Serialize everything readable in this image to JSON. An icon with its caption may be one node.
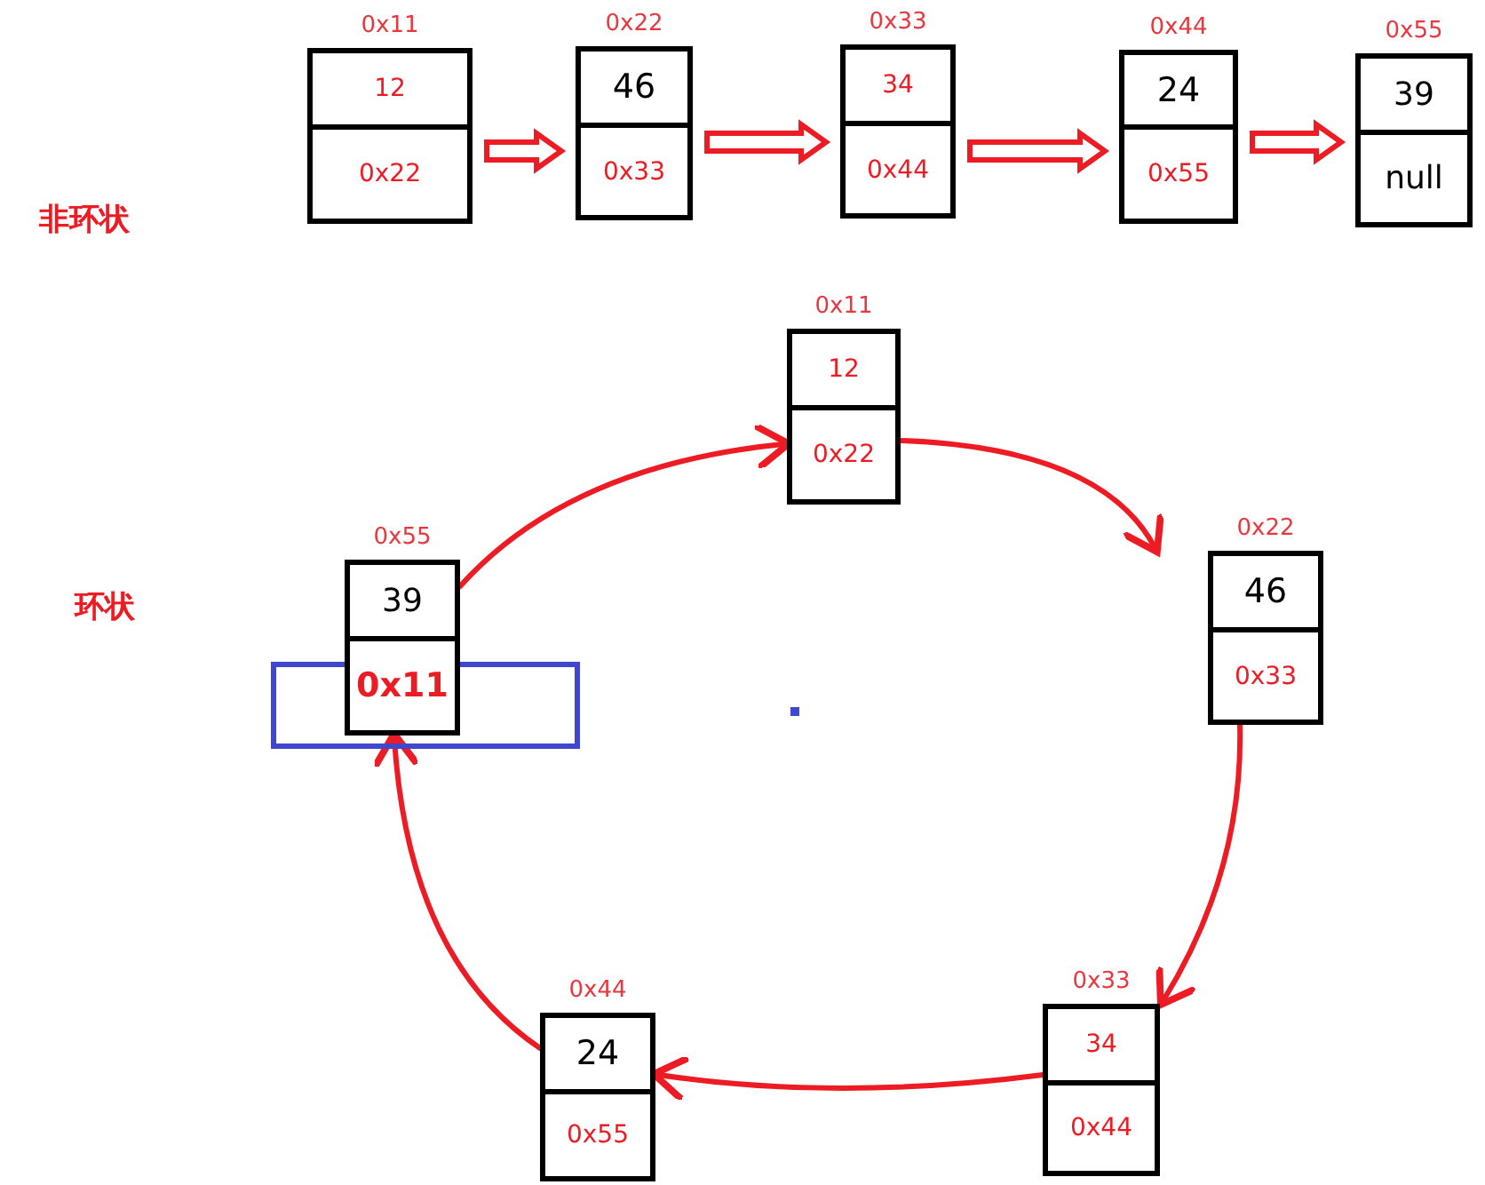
{
  "diagram": {
    "nodes": [
      {
        "text": [
          "12",
          "0x22"
        ],
        "beside": [
          "0x11"
        ]
      },
      {
        "text": [
          "46",
          "0x33"
        ],
        "beside": [
          "0x22"
        ]
      },
      {
        "text": [
          "34",
          "0x44"
        ],
        "beside": [
          "0x33"
        ]
      },
      {
        "text": [
          "24",
          "0x55"
        ],
        "beside": [
          "0x44"
        ]
      },
      {
        "text": [
          "39",
          "null"
        ],
        "beside": [
          "0x55"
        ]
      },
      {
        "text": [
          "12",
          "0x22"
        ],
        "beside": [
          "0x11"
        ]
      },
      {
        "text": [
          "46",
          "0x33"
        ],
        "beside": [
          "0x22"
        ]
      },
      {
        "text": [
          "34",
          "0x44"
        ],
        "beside": [
          "0x33"
        ]
      },
      {
        "text": [
          "24",
          "0x55"
        ],
        "beside": [
          "0x44"
        ]
      },
      {
        "text": [
          "39",
          "0x11"
        ],
        "beside": [
          "0x55"
        ]
      }
    ],
    "edges": [
      {
        "from": 0,
        "to": 1,
        "arrow": "to"
      },
      {
        "from": 1,
        "to": 2,
        "arrow": "to"
      },
      {
        "from": 2,
        "to": 3,
        "arrow": "to"
      },
      {
        "from": 3,
        "to": 4,
        "arrow": "to"
      },
      {
        "from": 9,
        "to": 5,
        "arrow": "to"
      },
      {
        "from": 5,
        "to": 6,
        "arrow": "to"
      },
      {
        "from": 6,
        "to": 7,
        "arrow": "to"
      },
      {
        "from": 7,
        "to": 8,
        "arrow": "to"
      },
      {
        "from": 8,
        "to": 9,
        "arrow": "to"
      }
    ],
    "labels": [
      "非环状",
      "环状"
    ]
  }
}
